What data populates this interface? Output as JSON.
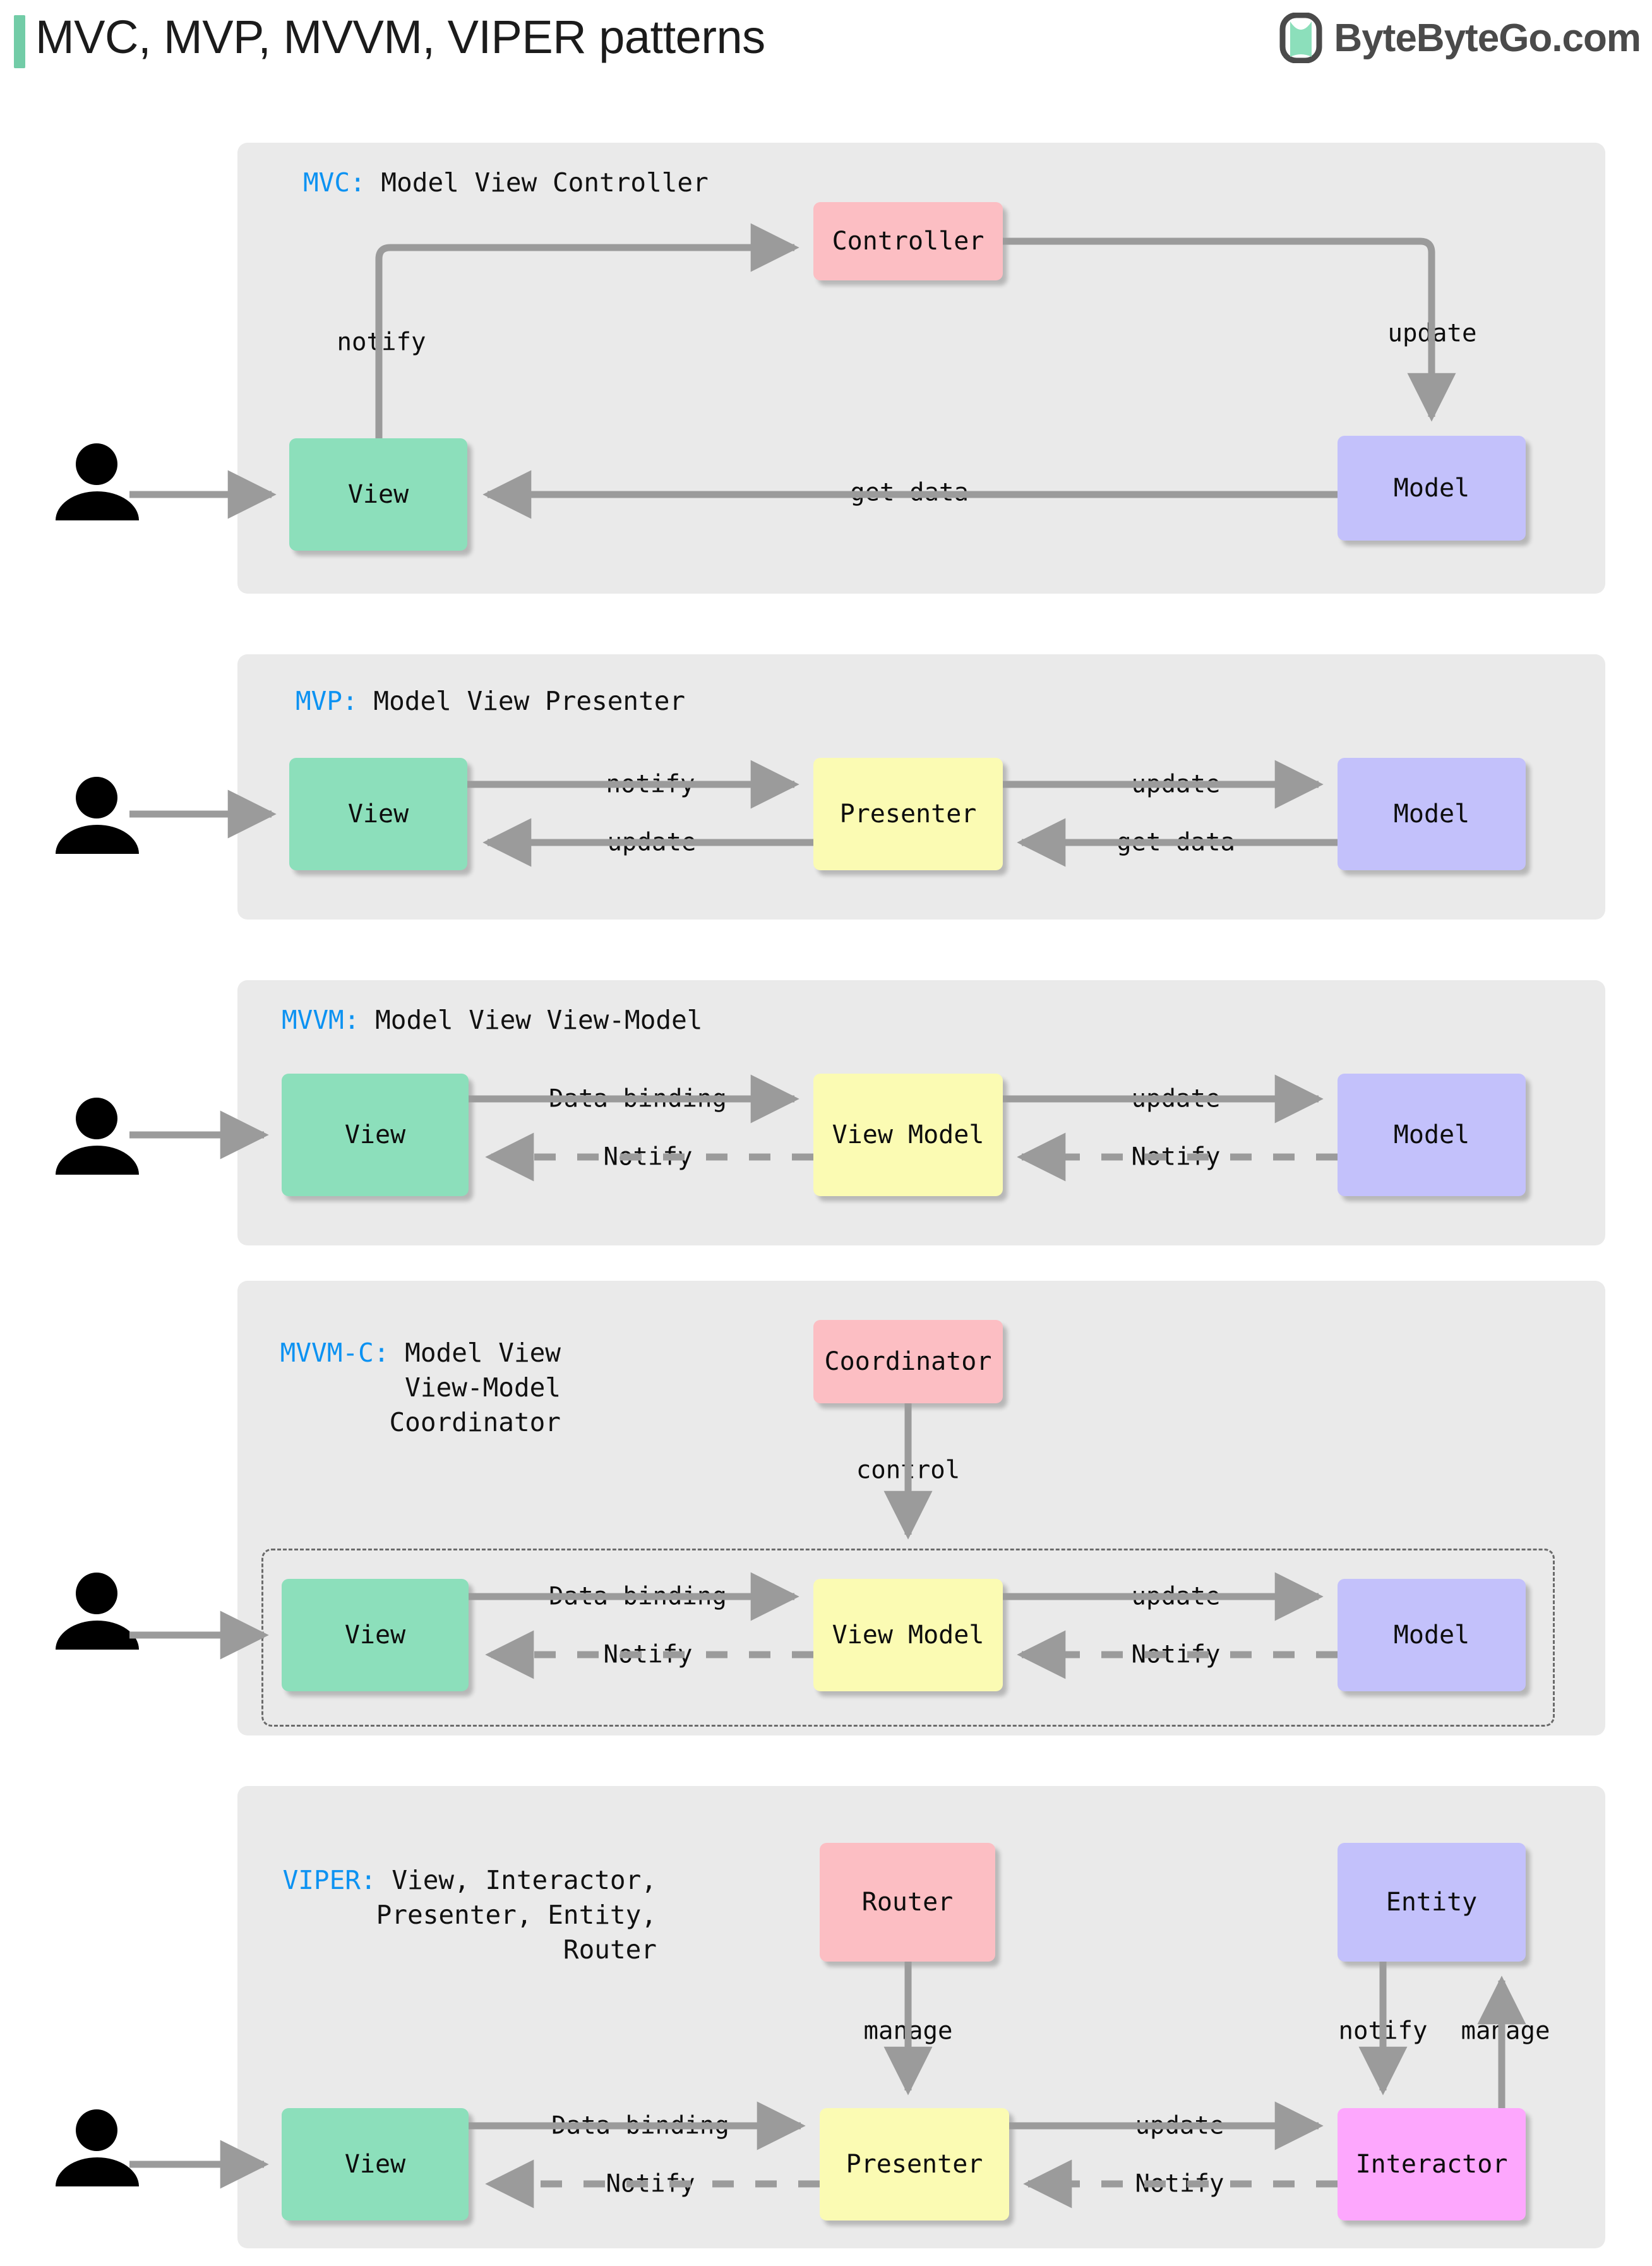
{
  "header": {
    "title": "MVC, MVP, MVVM, VIPER patterns",
    "logo_text": "ByteByteGo.com",
    "accent_color": "#72CCA7",
    "key_color": "#0C92F2"
  },
  "palette": {
    "panel_bg": "#EAEAEA",
    "view": "#8CDFBB",
    "model": "#C3C1FB",
    "controller": "#FCBEC3",
    "presenter": "#FBFBB3",
    "interactor": "#FDA7FD",
    "arrow": "#9B9B9B",
    "text": "#0d0d0d"
  },
  "panels": [
    {
      "id": "mvc",
      "title_key": "MVC:",
      "title_rest": " Model View Controller",
      "nodes": [
        {
          "id": "view",
          "label": "View"
        },
        {
          "id": "controller",
          "label": "Controller"
        },
        {
          "id": "model",
          "label": "Model"
        }
      ],
      "edges": [
        {
          "from": "user",
          "to": "view",
          "label": ""
        },
        {
          "from": "view",
          "to": "controller",
          "label": "notify"
        },
        {
          "from": "controller",
          "to": "model",
          "label": "update"
        },
        {
          "from": "model",
          "to": "view",
          "label": "get data"
        }
      ]
    },
    {
      "id": "mvp",
      "title_key": "MVP:",
      "title_rest": " Model View Presenter",
      "nodes": [
        {
          "id": "view",
          "label": "View"
        },
        {
          "id": "presenter",
          "label": "Presenter"
        },
        {
          "id": "model",
          "label": "Model"
        }
      ],
      "edges": [
        {
          "from": "user",
          "to": "view",
          "label": ""
        },
        {
          "from": "view",
          "to": "presenter",
          "label": "notify"
        },
        {
          "from": "presenter",
          "to": "view",
          "label": "update"
        },
        {
          "from": "presenter",
          "to": "model",
          "label": "update"
        },
        {
          "from": "model",
          "to": "presenter",
          "label": "get data"
        }
      ]
    },
    {
      "id": "mvvm",
      "title_key": "MVVM:",
      "title_rest": " Model View View-Model",
      "nodes": [
        {
          "id": "view",
          "label": "View"
        },
        {
          "id": "viewmodel",
          "label": "View Model"
        },
        {
          "id": "model",
          "label": "Model"
        }
      ],
      "edges": [
        {
          "from": "user",
          "to": "view",
          "label": ""
        },
        {
          "from": "view",
          "to": "viewmodel",
          "label": "Data binding",
          "style": "solid"
        },
        {
          "from": "viewmodel",
          "to": "view",
          "label": "Notify",
          "style": "dashed"
        },
        {
          "from": "viewmodel",
          "to": "model",
          "label": "update",
          "style": "solid"
        },
        {
          "from": "model",
          "to": "viewmodel",
          "label": "Notify",
          "style": "dashed"
        }
      ]
    },
    {
      "id": "mvvmc",
      "title_key": "MVVM-C:",
      "title_line1": " Model View",
      "title_line2": "View-Model",
      "title_line3": "Coordinator",
      "nodes": [
        {
          "id": "coordinator",
          "label": "Coordinator"
        },
        {
          "id": "view",
          "label": "View"
        },
        {
          "id": "viewmodel",
          "label": "View Model"
        },
        {
          "id": "model",
          "label": "Model"
        }
      ],
      "edges": [
        {
          "from": "user",
          "to": "view",
          "label": ""
        },
        {
          "from": "coordinator",
          "to": "group",
          "label": "control",
          "style": "solid"
        },
        {
          "from": "view",
          "to": "viewmodel",
          "label": "Data binding",
          "style": "solid"
        },
        {
          "from": "viewmodel",
          "to": "view",
          "label": "Notify",
          "style": "dashed"
        },
        {
          "from": "viewmodel",
          "to": "model",
          "label": "update",
          "style": "solid"
        },
        {
          "from": "model",
          "to": "viewmodel",
          "label": "Notify",
          "style": "dashed"
        }
      ]
    },
    {
      "id": "viper",
      "title_key": "VIPER:",
      "title_line1": " View, Interactor,",
      "title_line2": "Presenter, Entity,",
      "title_line3": "Router",
      "nodes": [
        {
          "id": "router",
          "label": "Router"
        },
        {
          "id": "entity",
          "label": "Entity"
        },
        {
          "id": "view",
          "label": "View"
        },
        {
          "id": "presenter",
          "label": "Presenter"
        },
        {
          "id": "interactor",
          "label": "Interactor"
        }
      ],
      "edges": [
        {
          "from": "user",
          "to": "view",
          "label": ""
        },
        {
          "from": "router",
          "to": "presenter",
          "label": "manage",
          "style": "solid"
        },
        {
          "from": "entity",
          "to": "interactor",
          "label": "notify",
          "style": "solid"
        },
        {
          "from": "interactor",
          "to": "entity",
          "label": "manage",
          "style": "solid"
        },
        {
          "from": "view",
          "to": "presenter",
          "label": "Data binding",
          "style": "solid"
        },
        {
          "from": "presenter",
          "to": "view",
          "label": "Notify",
          "style": "dashed"
        },
        {
          "from": "presenter",
          "to": "interactor",
          "label": "update",
          "style": "solid"
        },
        {
          "from": "interactor",
          "to": "presenter",
          "label": "Notify",
          "style": "dashed"
        }
      ]
    }
  ],
  "labels": {
    "view": "View",
    "model": "Model",
    "controller": "Controller",
    "presenter": "Presenter",
    "viewmodel": "View Model",
    "coordinator": "Coordinator",
    "router": "Router",
    "entity": "Entity",
    "interactor": "Interactor",
    "notify_lc": "notify",
    "notify_uc": "Notify",
    "update": "update",
    "get_data": "get data",
    "data_binding": "Data binding",
    "control": "control",
    "manage": "manage"
  }
}
